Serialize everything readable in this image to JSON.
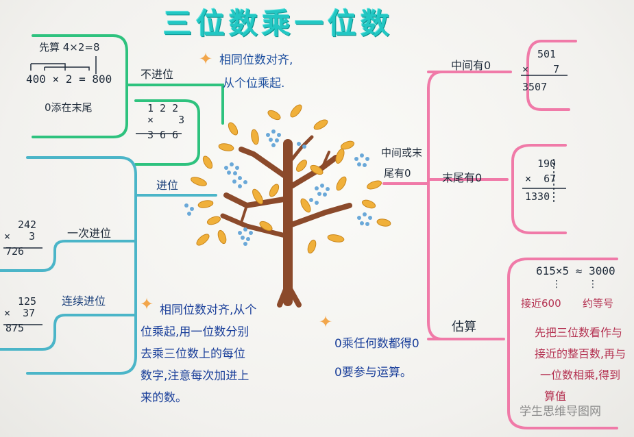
{
  "title": "三位数乘一位数",
  "left_top": {
    "example_header": "先算 4×2=8",
    "example_eq": "400 × 2 = 800",
    "zero_note": "0添在末尾",
    "branch": "不进位",
    "calc": {
      "top": "1 2 2",
      "mult": "×    3",
      "result": "3 6 6"
    }
  },
  "tip_top": {
    "line1": "相同位数对齐,",
    "line2": "从个位乘起."
  },
  "carry": {
    "branch": "进位",
    "once_label": "一次进位",
    "once_calc": {
      "top": "242",
      "mult": "×   3",
      "result": "726"
    },
    "multi_label": "连续进位",
    "multi_calc": {
      "top": "125",
      "mult": "×  37",
      "result": "875"
    }
  },
  "tip_bottom": [
    "相同位数对齐,从个",
    "位乘起,用一位数分别",
    "去乘三位数上的每位",
    "数字,注意每次加进上",
    "来的数。"
  ],
  "zero_note": {
    "line1": "0乘任何数都得0",
    "line2": "0要参与运算。"
  },
  "right": {
    "center_label_1": "中间或末",
    "center_label_2": "尾有0",
    "middle_zero": {
      "label": "中间有0",
      "top": "501",
      "mult": "×    7",
      "result": "3507"
    },
    "end_zero": {
      "label": "末尾有0",
      "top": "190",
      "mult": "×  67",
      "result": "1330"
    },
    "estimate": {
      "label": "估算",
      "eq": "615×5 ≈ 3000",
      "near": "接近600",
      "approx": "约等号",
      "lines": [
        "先把三位数看作与",
        "接近的整百数,再与",
        "一位数相乘,得到",
        "算值"
      ]
    }
  },
  "watermark": "学生思维导图网",
  "colors": {
    "title": "#22c7c3",
    "green_line": "#2ec27e",
    "teal_line": "#4bb5c8",
    "pink_line": "#f07aa8",
    "trunk": "#8b4a2b",
    "leaf": "#f0b03a",
    "blossom": "#6aa8d8"
  }
}
